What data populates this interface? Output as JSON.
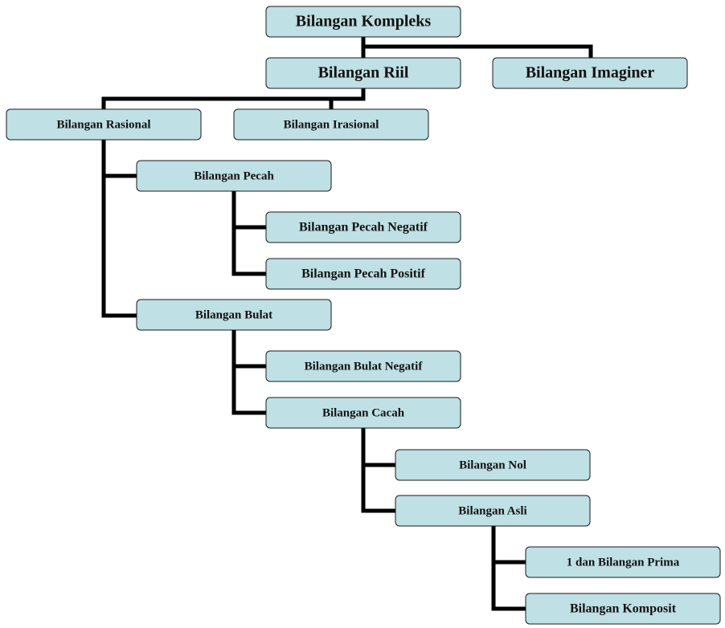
{
  "diagram": {
    "type": "tree",
    "box_fill": "#bfe0e4",
    "line_color": "#000000",
    "nodes": [
      {
        "id": "kompleks",
        "label": "Bilangan Kompleks",
        "parent": null
      },
      {
        "id": "riil",
        "label": "Bilangan Riil",
        "parent": "kompleks"
      },
      {
        "id": "imaginer",
        "label": "Bilangan Imaginer",
        "parent": "kompleks"
      },
      {
        "id": "rasional",
        "label": "Bilangan Rasional",
        "parent": "riil"
      },
      {
        "id": "irasional",
        "label": "Bilangan Irasional",
        "parent": "riil"
      },
      {
        "id": "pecah",
        "label": "Bilangan Pecah",
        "parent": "rasional"
      },
      {
        "id": "pecah-negatif",
        "label": "Bilangan Pecah Negatif",
        "parent": "pecah"
      },
      {
        "id": "pecah-positif",
        "label": "Bilangan Pecah Positif",
        "parent": "pecah"
      },
      {
        "id": "bulat",
        "label": "Bilangan Bulat",
        "parent": "rasional"
      },
      {
        "id": "bulat-negatif",
        "label": "Bilangan Bulat Negatif",
        "parent": "bulat"
      },
      {
        "id": "cacah",
        "label": "Bilangan Cacah",
        "parent": "bulat"
      },
      {
        "id": "nol",
        "label": "Bilangan Nol",
        "parent": "cacah"
      },
      {
        "id": "asli",
        "label": "Bilangan Asli",
        "parent": "cacah"
      },
      {
        "id": "prima",
        "label": "1 dan Bilangan Prima",
        "parent": "asli"
      },
      {
        "id": "komposit",
        "label": "Bilangan Komposit",
        "parent": "asli"
      }
    ]
  }
}
